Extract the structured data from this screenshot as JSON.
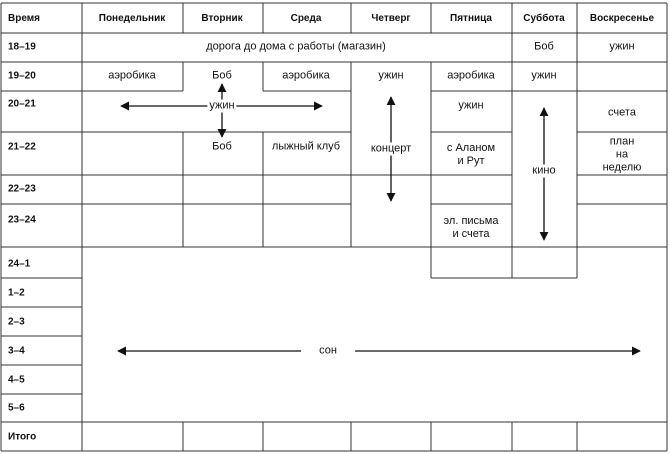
{
  "headers": {
    "time": "Время",
    "mon": "Понедельник",
    "tue": "Вторник",
    "wed": "Среда",
    "thu": "Четверг",
    "fri": "Пятница",
    "sat": "Суббота",
    "sun": "Воскресенье"
  },
  "times": [
    "18–19",
    "19–20",
    "20–21",
    "21–22",
    "22–23",
    "23–24",
    "24–1",
    "1–2",
    "2–3",
    "3–4",
    "4–5",
    "5–6"
  ],
  "total_label": "Итого",
  "events": {
    "commute": "дорога до дома с работы (магазин)",
    "sat_18": "Боб",
    "sun_18": "ужин",
    "mon_19": "аэробика",
    "tue_19": "Боб",
    "wed_19": "аэробика",
    "thu_19": "ужин",
    "fri_19": "аэробика",
    "sat_19": "ужин",
    "dinner_mid": "ужин",
    "tue_21": "Боб",
    "fri_20": "ужин",
    "sun_20": "счета",
    "wed_21": "лыжный клуб",
    "concert": "концерт",
    "fri_21": "с Аланом\nи Рут",
    "movie": "кино",
    "sun_21": "план\nна неделю",
    "fri_23": "эл. письма\nи счета",
    "sleep": "сон"
  }
}
